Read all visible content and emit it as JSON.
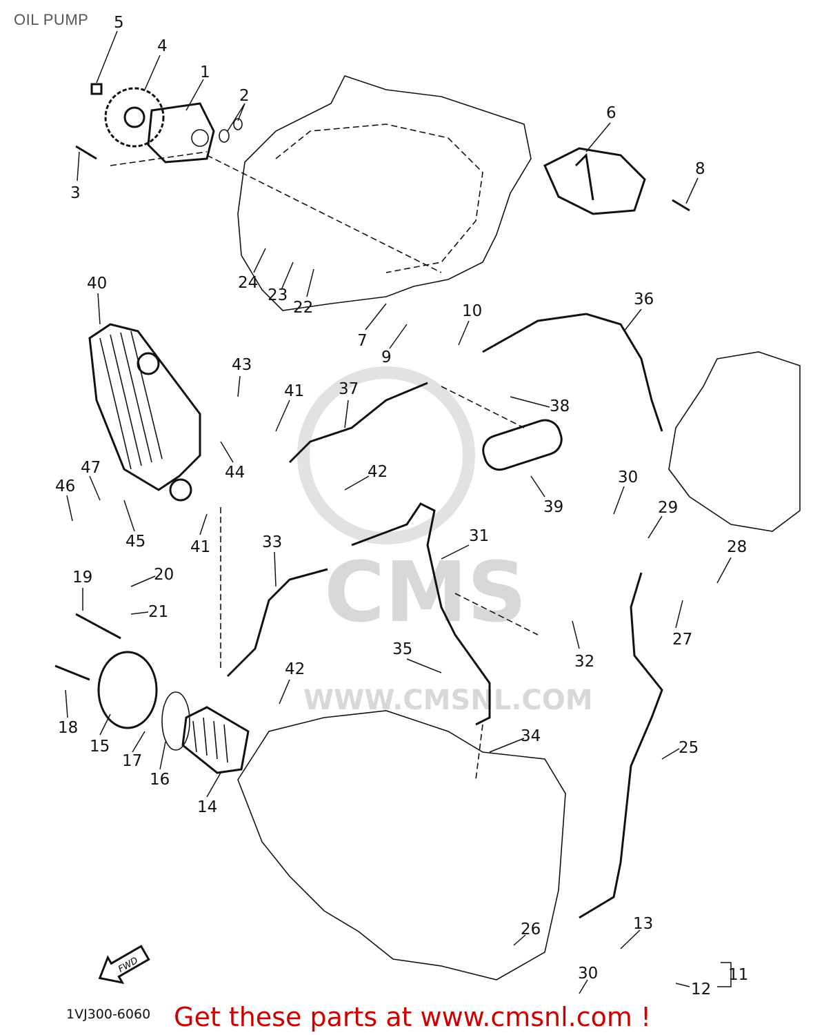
{
  "title": "OIL PUMP",
  "watermark": {
    "brand": "CMS",
    "url": "WWW.CMSNL.COM"
  },
  "fwd_label": "FWD",
  "diagram_code": "1VJ300-6060",
  "promo_text": "Get these parts at www.cmsnl.com !",
  "callouts": [
    "5",
    "4",
    "1",
    "2",
    "3",
    "6",
    "8",
    "24",
    "23",
    "22",
    "7",
    "9",
    "10",
    "36",
    "40",
    "43",
    "41",
    "37",
    "38",
    "44",
    "42",
    "39",
    "47",
    "46",
    "45",
    "41",
    "30",
    "29",
    "28",
    "33",
    "31",
    "19",
    "20",
    "21",
    "35",
    "32",
    "27",
    "42",
    "18",
    "15",
    "17",
    "16",
    "14",
    "34",
    "25",
    "13",
    "26",
    "11",
    "12",
    "30"
  ]
}
